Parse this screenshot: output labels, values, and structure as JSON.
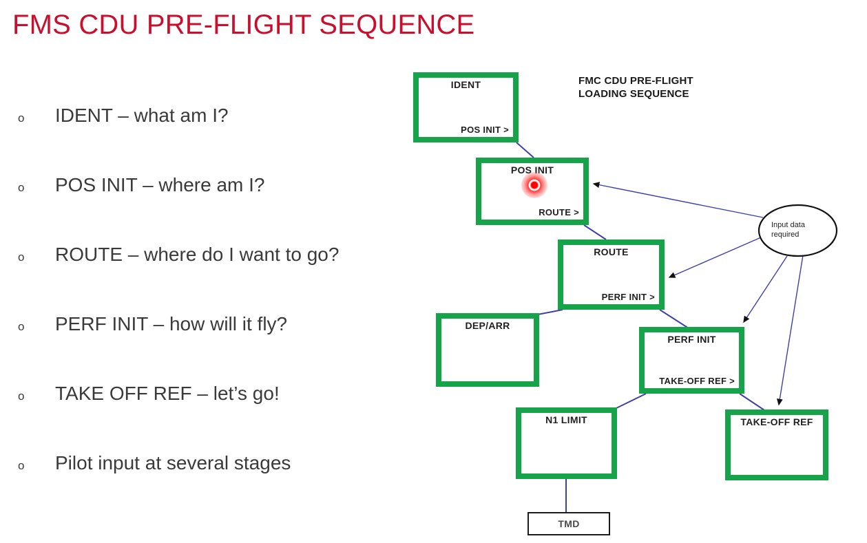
{
  "slide": {
    "title": "FMS CDU PRE-FLIGHT SEQUENCE",
    "title_color": "#C8102E",
    "background_color": "#FFFFFF"
  },
  "bullets": {
    "marker_glyph": "o",
    "items": [
      {
        "text": "IDENT – what am I?"
      },
      {
        "text": "POS INIT – where am I?"
      },
      {
        "text": "ROUTE – where do I want to go?"
      },
      {
        "text": "PERF INIT – how will it fly?"
      },
      {
        "text": "TAKE OFF REF – let’s go!"
      },
      {
        "text": "Pilot input at several stages"
      }
    ]
  },
  "diagram": {
    "heading_line1": "FMC CDU PRE-FLIGHT",
    "heading_line2": "LOADING SEQUENCE",
    "node_border_color": "#17A34A",
    "connector_color": "#3F3FA8",
    "nodes": [
      {
        "id": "ident",
        "title": "IDENT",
        "prompt": "POS INIT >"
      },
      {
        "id": "pos-init",
        "title": "POS INIT",
        "prompt": "ROUTE >"
      },
      {
        "id": "route",
        "title": "ROUTE",
        "prompt": "PERF INIT >"
      },
      {
        "id": "dep-arr",
        "title": "DEP/ARR",
        "prompt": ""
      },
      {
        "id": "perf-init",
        "title": "PERF INIT",
        "prompt": "TAKE-OFF REF >"
      },
      {
        "id": "n1-limit",
        "title": "N1 LIMIT",
        "prompt": ""
      },
      {
        "id": "take-off-ref",
        "title": "TAKE-OFF REF",
        "prompt": ""
      },
      {
        "id": "tmd",
        "title": "TMD",
        "prompt": ""
      }
    ],
    "input_node": {
      "label_line1": "Input data",
      "label_line2": "required"
    },
    "pointer": {
      "type": "laser-dot",
      "color": "#FF0000"
    }
  }
}
